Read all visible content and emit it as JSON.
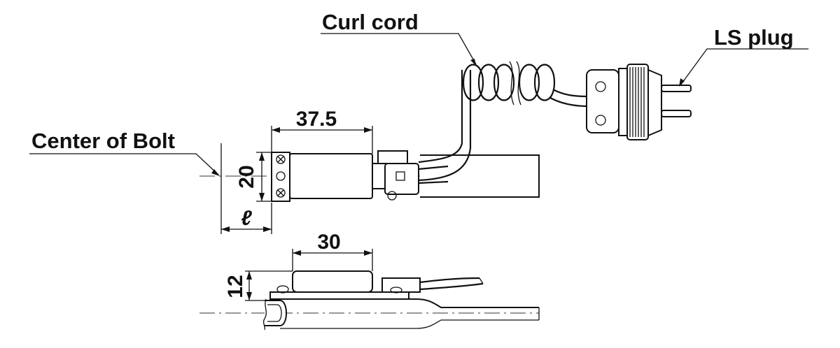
{
  "labels": {
    "curl_cord": "Curl cord",
    "ls_plug": "LS plug",
    "center_of_bolt": "Center of Bolt"
  },
  "dimensions": {
    "width_top": "37.5",
    "height_top": "20",
    "offset_top": "ℓ",
    "width_side": "30",
    "height_side": "12"
  }
}
